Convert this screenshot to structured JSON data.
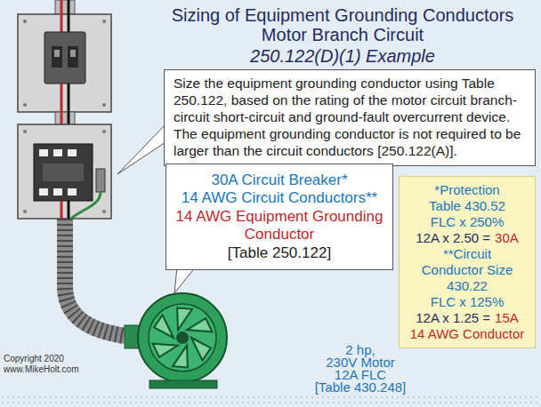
{
  "diagram": {
    "title": "Sizing of Equipment Grounding Conductors Motor Branch Circuit",
    "nodes": [
      {
        "text": [
          "Size the equipment grounding conductor using Table 250.122, based on the rating of the motor circuit branch-circuit short-circuit and ground-fault overcurrent device. The equipment grounding conductor is not required to be larger than the circuit conductors [250.122(A)]."
        ]
      },
      {
        "text": [
          "30A Circuit Breaker*",
          "14 AWG Circuit Conductors**",
          "14 AWG Equipment Grounding Conductor",
          "[Table 250.122]"
        ]
      },
      {
        "text": [
          "*Protection",
          "Table 430.52",
          "FLC x 250%",
          "12A x 2.50 =",
          "30A",
          "**Circuit",
          "Conductor Size",
          "430.22",
          "FLC x 125%",
          "12A x 1.25 =",
          "15A",
          "14 AWG Conductor"
        ]
      }
    ],
    "labels": [
      "250.122(D)(1) Example",
      "2 hp,",
      "230V Motor",
      "12A FLC",
      "[Table 430.248]",
      "Copyright 2020",
      "www.MikeHolt.com"
    ]
  }
}
